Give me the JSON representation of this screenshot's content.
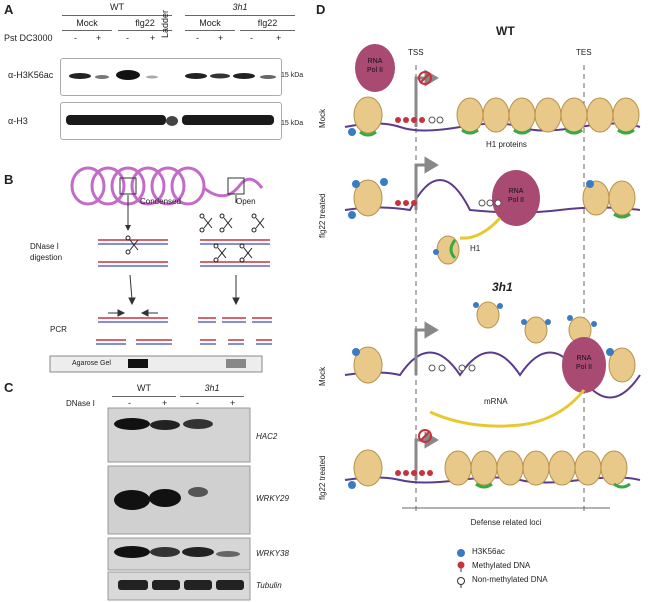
{
  "panelA": {
    "label": "A",
    "wt": "WT",
    "mutant": "3h1",
    "mock": "Mock",
    "flg22": "flg22",
    "ladder": "Ladder",
    "pst": "Pst DC3000",
    "minus": "-",
    "plus": "+",
    "blot1_label": "α-H3K56ac",
    "blot2_label": "α-H3",
    "kda": "15 kDa"
  },
  "panelB": {
    "label": "B",
    "condensed": "Condensed",
    "open": "Open",
    "dnase_line1": "DNase I",
    "dnase_line2": "digestion",
    "pcr": "PCR",
    "agarose": "Agarose Gel"
  },
  "panelC": {
    "label": "C",
    "wt": "WT",
    "mutant": "3h1",
    "dnase": "DNase I",
    "signs": [
      "-",
      "+",
      "-",
      "+"
    ],
    "genes": [
      "HAC2",
      "WRKY29",
      "WRKY38",
      "Tubulin"
    ]
  },
  "panelD": {
    "label": "D",
    "wt_title": "WT",
    "mutant_title": "3h1",
    "tss": "TSS",
    "tes": "TES",
    "rows": [
      "Mock",
      "flg22 treated",
      "Mock",
      "flg22 treated"
    ],
    "rnapol_line1": "RNA",
    "rnapol_line2": "Pol II",
    "h1_proteins": "H1 proteins",
    "h1": "H1",
    "mrna": "mRNA",
    "loci": "Defense related loci",
    "legend": [
      {
        "label": "H3K56ac",
        "color": "#3a7cc4"
      },
      {
        "label": "Methylated DNA",
        "color": "#c8323c"
      },
      {
        "label": "Non-methylated DNA",
        "color": "#ffffff"
      }
    ],
    "colors": {
      "nucleosome": "#e8c98a",
      "dna": "#5b3c8c",
      "pol": "#a84a72",
      "h1": "#3aa843",
      "mrna": "#e8c832"
    }
  }
}
